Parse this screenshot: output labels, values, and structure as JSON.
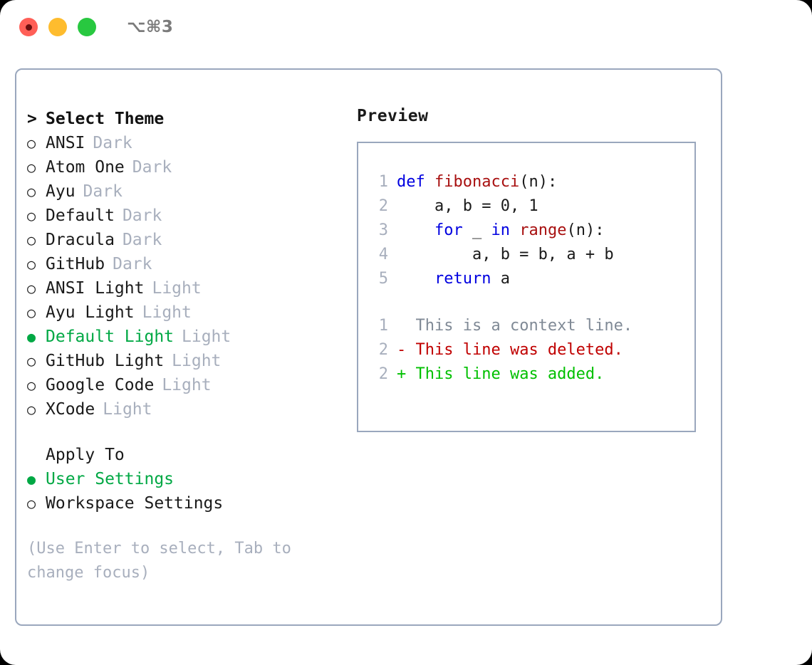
{
  "titlebar": {
    "lights": [
      {
        "name": "close",
        "color": "#ff5f57"
      },
      {
        "name": "minimize",
        "color": "#febc2e"
      },
      {
        "name": "maximize",
        "color": "#28c840"
      }
    ],
    "shortcut": "⌥⌘3"
  },
  "theme_list": {
    "header_marker": ">",
    "header_label": "Select Theme",
    "marker_unselected": "○",
    "marker_selected": "●",
    "items": [
      {
        "marker": "○",
        "label": "ANSI",
        "tag": "Dark",
        "selected": false
      },
      {
        "marker": "○",
        "label": "Atom One",
        "tag": "Dark",
        "selected": false
      },
      {
        "marker": "○",
        "label": "Ayu",
        "tag": "Dark",
        "selected": false
      },
      {
        "marker": "○",
        "label": "Default",
        "tag": "Dark",
        "selected": false
      },
      {
        "marker": "○",
        "label": "Dracula",
        "tag": "Dark",
        "selected": false
      },
      {
        "marker": "○",
        "label": "GitHub",
        "tag": "Dark",
        "selected": false
      },
      {
        "marker": "○",
        "label": "ANSI Light",
        "tag": "Light",
        "selected": false
      },
      {
        "marker": "○",
        "label": "Ayu Light",
        "tag": "Light",
        "selected": false
      },
      {
        "marker": "●",
        "label": "Default Light",
        "tag": "Light",
        "selected": true
      },
      {
        "marker": "○",
        "label": "GitHub Light",
        "tag": "Light",
        "selected": false
      },
      {
        "marker": "○",
        "label": "Google Code",
        "tag": "Light",
        "selected": false
      },
      {
        "marker": "○",
        "label": "XCode",
        "tag": "Light",
        "selected": false
      }
    ]
  },
  "apply_to": {
    "title": "Apply To",
    "items": [
      {
        "marker": "●",
        "label": "User Settings",
        "selected": true
      },
      {
        "marker": "○",
        "label": "Workspace Settings",
        "selected": false
      }
    ]
  },
  "hint": "(Use Enter to select, Tab to change focus)",
  "preview": {
    "title": "Preview",
    "code_lines": [
      {
        "lineno": "1",
        "tokens": [
          {
            "text": "def ",
            "type": "kw"
          },
          {
            "text": "fibonacci",
            "type": "fn"
          },
          {
            "text": "(n):",
            "type": "plain"
          }
        ]
      },
      {
        "lineno": "2",
        "tokens": [
          {
            "text": "    a, b = 0, 1",
            "type": "plain"
          }
        ]
      },
      {
        "lineno": "3",
        "tokens": [
          {
            "text": "    ",
            "type": "plain"
          },
          {
            "text": "for",
            "type": "kw"
          },
          {
            "text": " _ ",
            "type": "plain"
          },
          {
            "text": "in",
            "type": "kw"
          },
          {
            "text": " ",
            "type": "plain"
          },
          {
            "text": "range",
            "type": "fn"
          },
          {
            "text": "(n):",
            "type": "plain"
          }
        ]
      },
      {
        "lineno": "4",
        "tokens": [
          {
            "text": "        a, b = b, a + b",
            "type": "plain"
          }
        ]
      },
      {
        "lineno": "5",
        "tokens": [
          {
            "text": "    ",
            "type": "plain"
          },
          {
            "text": "return",
            "type": "kw"
          },
          {
            "text": " a",
            "type": "plain"
          }
        ]
      }
    ],
    "diff_lines": [
      {
        "lineno": "1",
        "sign": "  ",
        "text": "This is a context line.",
        "type": "ctx"
      },
      {
        "lineno": "2",
        "sign": "- ",
        "text": "This line was deleted.",
        "type": "del"
      },
      {
        "lineno": "2",
        "sign": "+ ",
        "text": "This line was added.",
        "type": "add"
      }
    ]
  },
  "colors": {
    "accent_green": "#00a844",
    "muted_gray": "#a8afbd",
    "border": "#9aa7bd",
    "keyword_blue": "#0000e0",
    "function_red": "#a81010",
    "diff_delete": "#c00000",
    "diff_add": "#00c000"
  }
}
